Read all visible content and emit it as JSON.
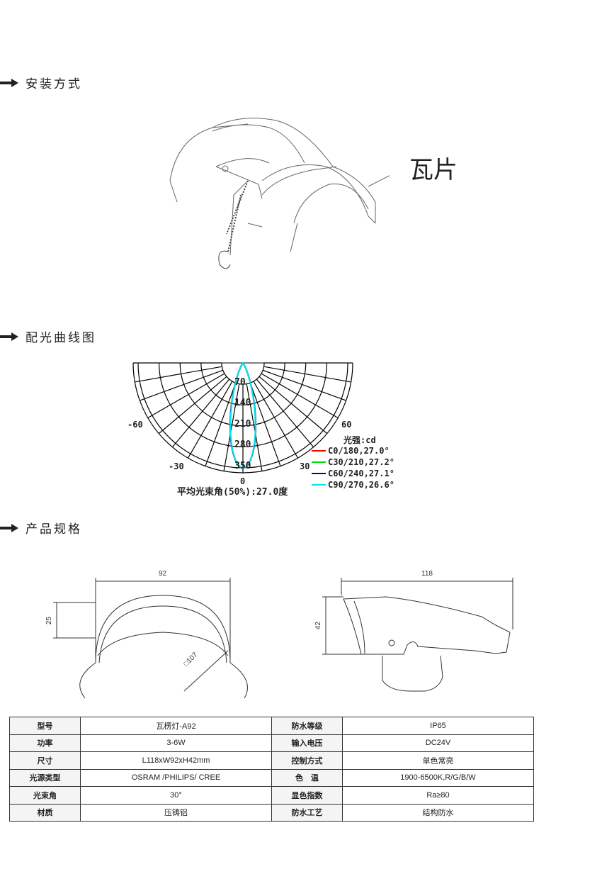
{
  "sections": {
    "install": "安装方式",
    "light": "配光曲线图",
    "spec": "产品规格"
  },
  "install": {
    "tile_label": "瓦片"
  },
  "chart_data": {
    "type": "polar",
    "unit_label": "光强:cd",
    "radial_ticks": [
      70,
      140,
      210,
      280,
      350
    ],
    "angle_labels": [
      "-60",
      "60",
      "-30",
      "30",
      "0"
    ],
    "peak_intensity": 350,
    "series": [
      {
        "name": "C0/180,27.0°",
        "beam_angle": 27.0,
        "color": "#ff0000"
      },
      {
        "name": "C30/210,27.2°",
        "beam_angle": 27.2,
        "color": "#00dd00"
      },
      {
        "name": "C60/240,27.1°",
        "beam_angle": 27.1,
        "color": "#0000cc"
      },
      {
        "name": "C90/270,26.6°",
        "beam_angle": 26.6,
        "color": "#00e5ee"
      }
    ],
    "title": "平均光束角(50%):27.0度"
  },
  "dims": {
    "front_width": "92",
    "front_height": "25",
    "front_radius": "□107",
    "side_length": "118",
    "side_height": "42"
  },
  "specs": [
    [
      "型号",
      "瓦楞灯-A92",
      "防水等级",
      "IP65"
    ],
    [
      "功率",
      "3-6W",
      "输入电压",
      "DC24V"
    ],
    [
      "尺寸",
      "L118xW92xH42mm",
      "控制方式",
      "单色常亮"
    ],
    [
      "光源类型",
      "OSRAM /PHILIPS/ CREE",
      "色　温",
      "1900-6500K,R/G/B/W"
    ],
    [
      "光束角",
      "30°",
      "显色指数",
      "Ra≥80"
    ],
    [
      "材质",
      "压铸铝",
      "防水工艺",
      "结构防水"
    ]
  ]
}
